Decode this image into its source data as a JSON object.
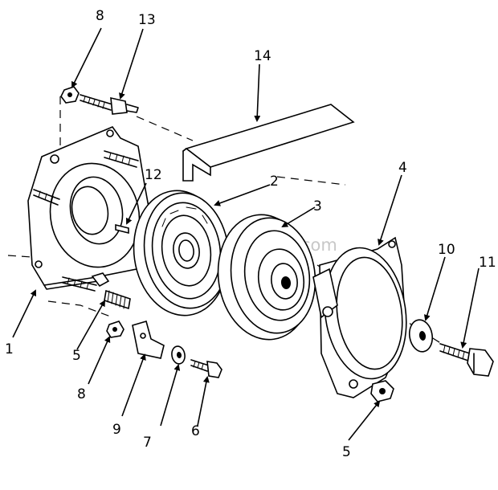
{
  "watermark": "eReplacementParts.com",
  "callouts": {
    "c8_top": "8",
    "c13": "13",
    "c14": "14",
    "c12": "12",
    "c2": "2",
    "c4": "4",
    "c3": "3",
    "c10": "10",
    "c11": "11",
    "c1": "1",
    "c5_left": "5",
    "c8_bottom": "8",
    "c9": "9",
    "c7": "7",
    "c6": "6",
    "c5_bottom": "5"
  }
}
